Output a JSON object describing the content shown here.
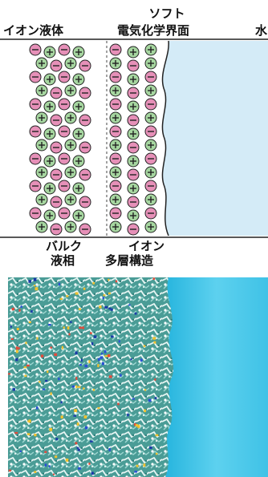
{
  "labels": {
    "ionic_liquid": "イオン液体",
    "soft_interface_line1": "ソフト",
    "soft_interface_line2": "電気化学界面",
    "water": "水",
    "bulk_line1": "バルク",
    "bulk_line2": "液相",
    "multilayer_line1": "イオン",
    "multilayer_line2": "多層構造"
  },
  "ion_symbols": {
    "cation": "⊕",
    "anion": "⊖"
  },
  "colors": {
    "cation_fill": "#a6d6a0",
    "anion_fill": "#e690b8",
    "water_fill": "#d4ebf7",
    "water_sim": "#38c3e8",
    "line": "#222222"
  },
  "ion_rows": [
    [
      "-",
      "+",
      "-",
      "+",
      "-",
      "+",
      "+"
    ],
    [
      "+",
      "-",
      "+",
      "-",
      "+",
      "-",
      "+"
    ],
    [
      "-",
      "+",
      "-",
      "+",
      "-",
      "+",
      "-"
    ],
    [
      "+",
      "-",
      "+",
      "-",
      "+",
      "-",
      "+"
    ],
    [
      "-",
      "+",
      "-",
      "+",
      "-",
      "+",
      "-"
    ],
    [
      "+",
      "-",
      "+",
      "-",
      "+",
      "-",
      "+"
    ],
    [
      "-",
      "+",
      "-",
      "+",
      "-",
      "+",
      "-"
    ],
    [
      "+",
      "-",
      "+",
      "-",
      "+",
      "-",
      "+"
    ],
    [
      "-",
      "+",
      "-",
      "+",
      "-",
      "+",
      "-"
    ],
    [
      "+",
      "-",
      "+",
      "-",
      "+",
      "-",
      "+"
    ],
    [
      "-",
      "+",
      "-",
      "+",
      "-",
      "+",
      "-"
    ],
    [
      "+",
      "-",
      "+",
      "-",
      "+",
      "-",
      "+"
    ],
    [
      "-",
      "+",
      "-",
      "+",
      "-",
      "+",
      "-"
    ],
    [
      "+",
      "-",
      "+",
      "-",
      "+",
      "-",
      "+"
    ]
  ]
}
